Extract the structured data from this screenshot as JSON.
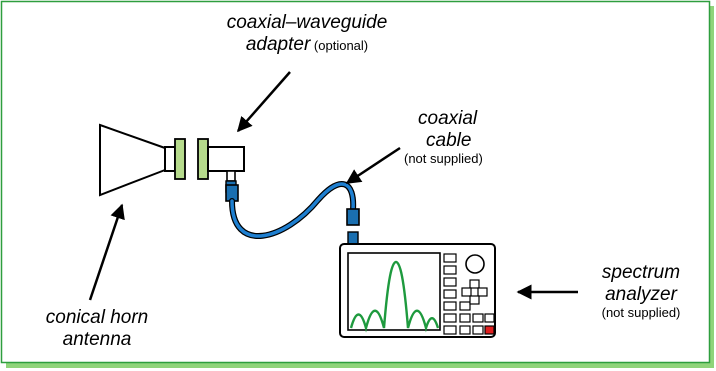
{
  "labels": {
    "adapter": {
      "line1": "coaxial–waveguide",
      "line2": "adapter",
      "note": " (optional)"
    },
    "cable": {
      "line1": "coaxial",
      "line2": "cable",
      "note": "(not supplied)"
    },
    "horn": {
      "line1": "conical horn",
      "line2": "antenna"
    },
    "analyzer": {
      "line1": "spectrum",
      "line2": "analyzer",
      "note": "(not supplied)"
    }
  },
  "colors": {
    "frame_border": "#2e9e3e",
    "frame_shadow": "#8fd47a",
    "flange": "#b6db8c",
    "connector": "#1a6fb0",
    "cable": "#1e7fd0",
    "trace": "#1e9a3e",
    "button_red": "#e02020"
  },
  "icons": {
    "horn": "conical-horn-antenna-icon",
    "adapter": "coaxial-waveguide-adapter-icon",
    "cable": "coaxial-cable-icon",
    "analyzer": "spectrum-analyzer-icon"
  }
}
